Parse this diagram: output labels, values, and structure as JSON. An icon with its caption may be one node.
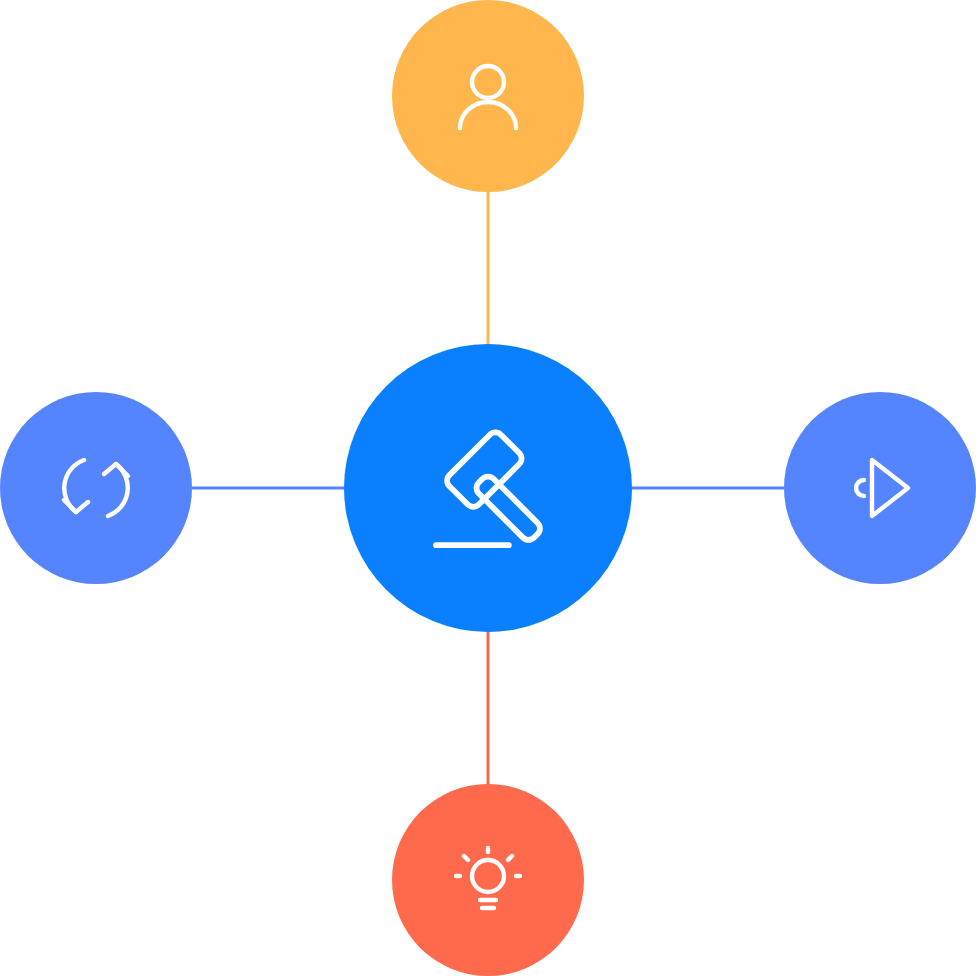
{
  "diagram": {
    "nodes": [
      {
        "text": [],
        "shape": "circle"
      },
      {
        "text": [],
        "shape": "circle"
      },
      {
        "text": [],
        "shape": "circle"
      },
      {
        "text": [],
        "shape": "circle"
      },
      {
        "text": [],
        "shape": "circle"
      }
    ],
    "edges": [
      {
        "from": 2,
        "to": 0,
        "arrow": "none",
        "color": "#ffb74d"
      },
      {
        "from": 1,
        "to": 2,
        "arrow": "none"
      },
      {
        "from": 2,
        "to": 3,
        "arrow": "none"
      },
      {
        "from": 2,
        "to": 4,
        "arrow": "none",
        "color": "#f26a4f"
      }
    ]
  }
}
